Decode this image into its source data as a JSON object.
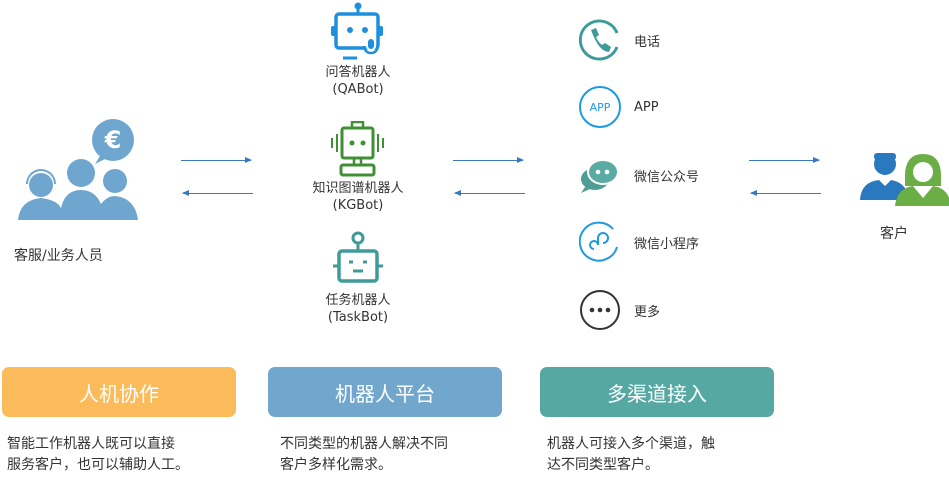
{
  "staff": {
    "label": "客服/业务人员"
  },
  "bots": [
    {
      "name": "问答机器人",
      "code": "(QABot)",
      "color": "#1e8fdc"
    },
    {
      "name": "知识图谱机器人",
      "code": "(KGBot)",
      "color": "#3f8f35"
    },
    {
      "name": "任务机器人",
      "code": "(TaskBot)",
      "color": "#3e9b99"
    }
  ],
  "channels": [
    {
      "label": "电话",
      "icon": "phone-icon"
    },
    {
      "label": "APP",
      "icon_text": "APP",
      "icon": "app-icon"
    },
    {
      "label": "微信公众号",
      "icon": "wechat-icon"
    },
    {
      "label": "微信小程序",
      "icon": "mini-program-icon"
    },
    {
      "label": "更多",
      "icon": "more-icon"
    }
  ],
  "customer": {
    "label": "客户"
  },
  "features": [
    {
      "title": "人机协作",
      "desc": [
        "智能工作机器人既可以直接",
        "服务客户，也可以辅助人工。"
      ],
      "color": "#fbbb5b"
    },
    {
      "title": "机器人平台",
      "desc": [
        "不同类型的机器人解决不同",
        "客户多样化需求。"
      ],
      "color": "#72a7cd"
    },
    {
      "title": "多渠道接入",
      "desc": [
        "机器人可接入多个渠道，触",
        "达不同类型客户。"
      ],
      "color": "#56a8a2"
    }
  ]
}
